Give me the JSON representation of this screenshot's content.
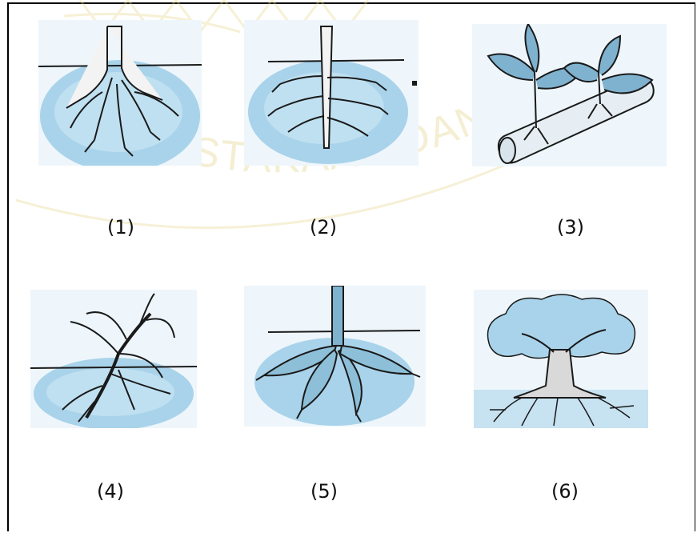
{
  "figure": {
    "captions": [
      "(1)",
      "(2)",
      "(3)",
      "(4)",
      "(5)",
      "(6)"
    ],
    "panels": [
      {
        "id": 1,
        "subject": "tap-root-stump"
      },
      {
        "id": 2,
        "subject": "tap-root-stake"
      },
      {
        "id": 3,
        "subject": "plantlets-on-stem-cutting"
      },
      {
        "id": 4,
        "subject": "creeping-stem-roots"
      },
      {
        "id": 5,
        "subject": "tuberous-roots"
      },
      {
        "id": 6,
        "subject": "tree-with-root-system"
      }
    ]
  },
  "watermark": {
    "text": "PERPUSTAKAAN DAN PENERBITAN",
    "color": "#e8dba0"
  },
  "colors": {
    "soil_blue": "#a9d3ea",
    "soil_dark": "#6aa9cf",
    "outline": "#1a1a1a",
    "panel_bg": "#e9f4fa"
  }
}
